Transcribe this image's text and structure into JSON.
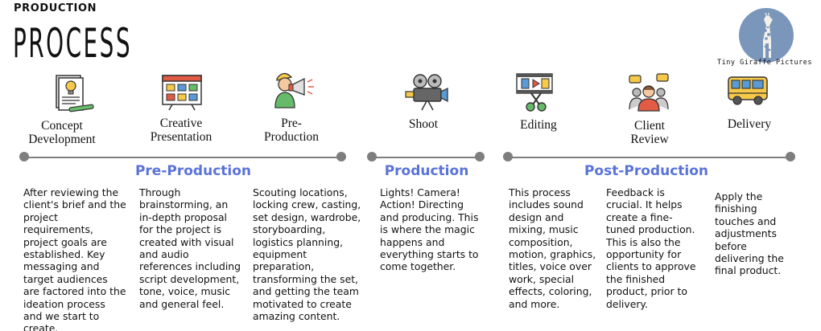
{
  "header": {
    "small_title": "PRODUCTION",
    "big_title": "PROCESS"
  },
  "logo": {
    "text": "Tiny Giraffe Pictures",
    "icon": "giraffe-icon"
  },
  "colors": {
    "accent": "#5a73d8",
    "timeline": "#7e7e7e",
    "logo_bg": "#7b96bb"
  },
  "stages": [
    {
      "label": "Concept\nDevelopment",
      "icon": "lightbulb-document-icon"
    },
    {
      "label": "Creative\nPresentation",
      "icon": "presentation-board-icon"
    },
    {
      "label": "Pre-\nProduction",
      "icon": "megaphone-person-icon"
    },
    {
      "label": "Shoot",
      "icon": "film-camera-icon"
    },
    {
      "label": "Editing",
      "icon": "film-scissors-icon"
    },
    {
      "label": "Client\nReview",
      "icon": "people-chat-icon"
    },
    {
      "label": "Delivery",
      "icon": "van-icon"
    }
  ],
  "phases": [
    {
      "label": "Pre-Production"
    },
    {
      "label": "Production"
    },
    {
      "label": "Post-Production"
    }
  ],
  "descriptions": [
    "After reviewing the client's brief and  the project requirements, project goals are established. Key messaging and target audiences are factored into the ideation process and we start to create.",
    "Through brainstorming, an in-depth proposal for the project is created with visual and audio references including script development, tone, voice, music and general feel.",
    "Scouting locations, locking crew, casting, set design, wardrobe, storyboarding, logistics planning, equipment preparation, transforming the set, and getting the team motivated to create amazing content.",
    "Lights! Camera! Action! Directing and producing. This is where the magic happens and everything starts to come together.",
    "This process includes sound design and mixing, music composition, motion, graphics, titles, voice over work, special effects, coloring,  and more.",
    "Feedback is crucial. It helps create a fine-tuned production. This is also the opportunity for clients to approve the finished product, prior to delivery.",
    "Apply the finishing touches and adjustments before delivering the final product."
  ]
}
